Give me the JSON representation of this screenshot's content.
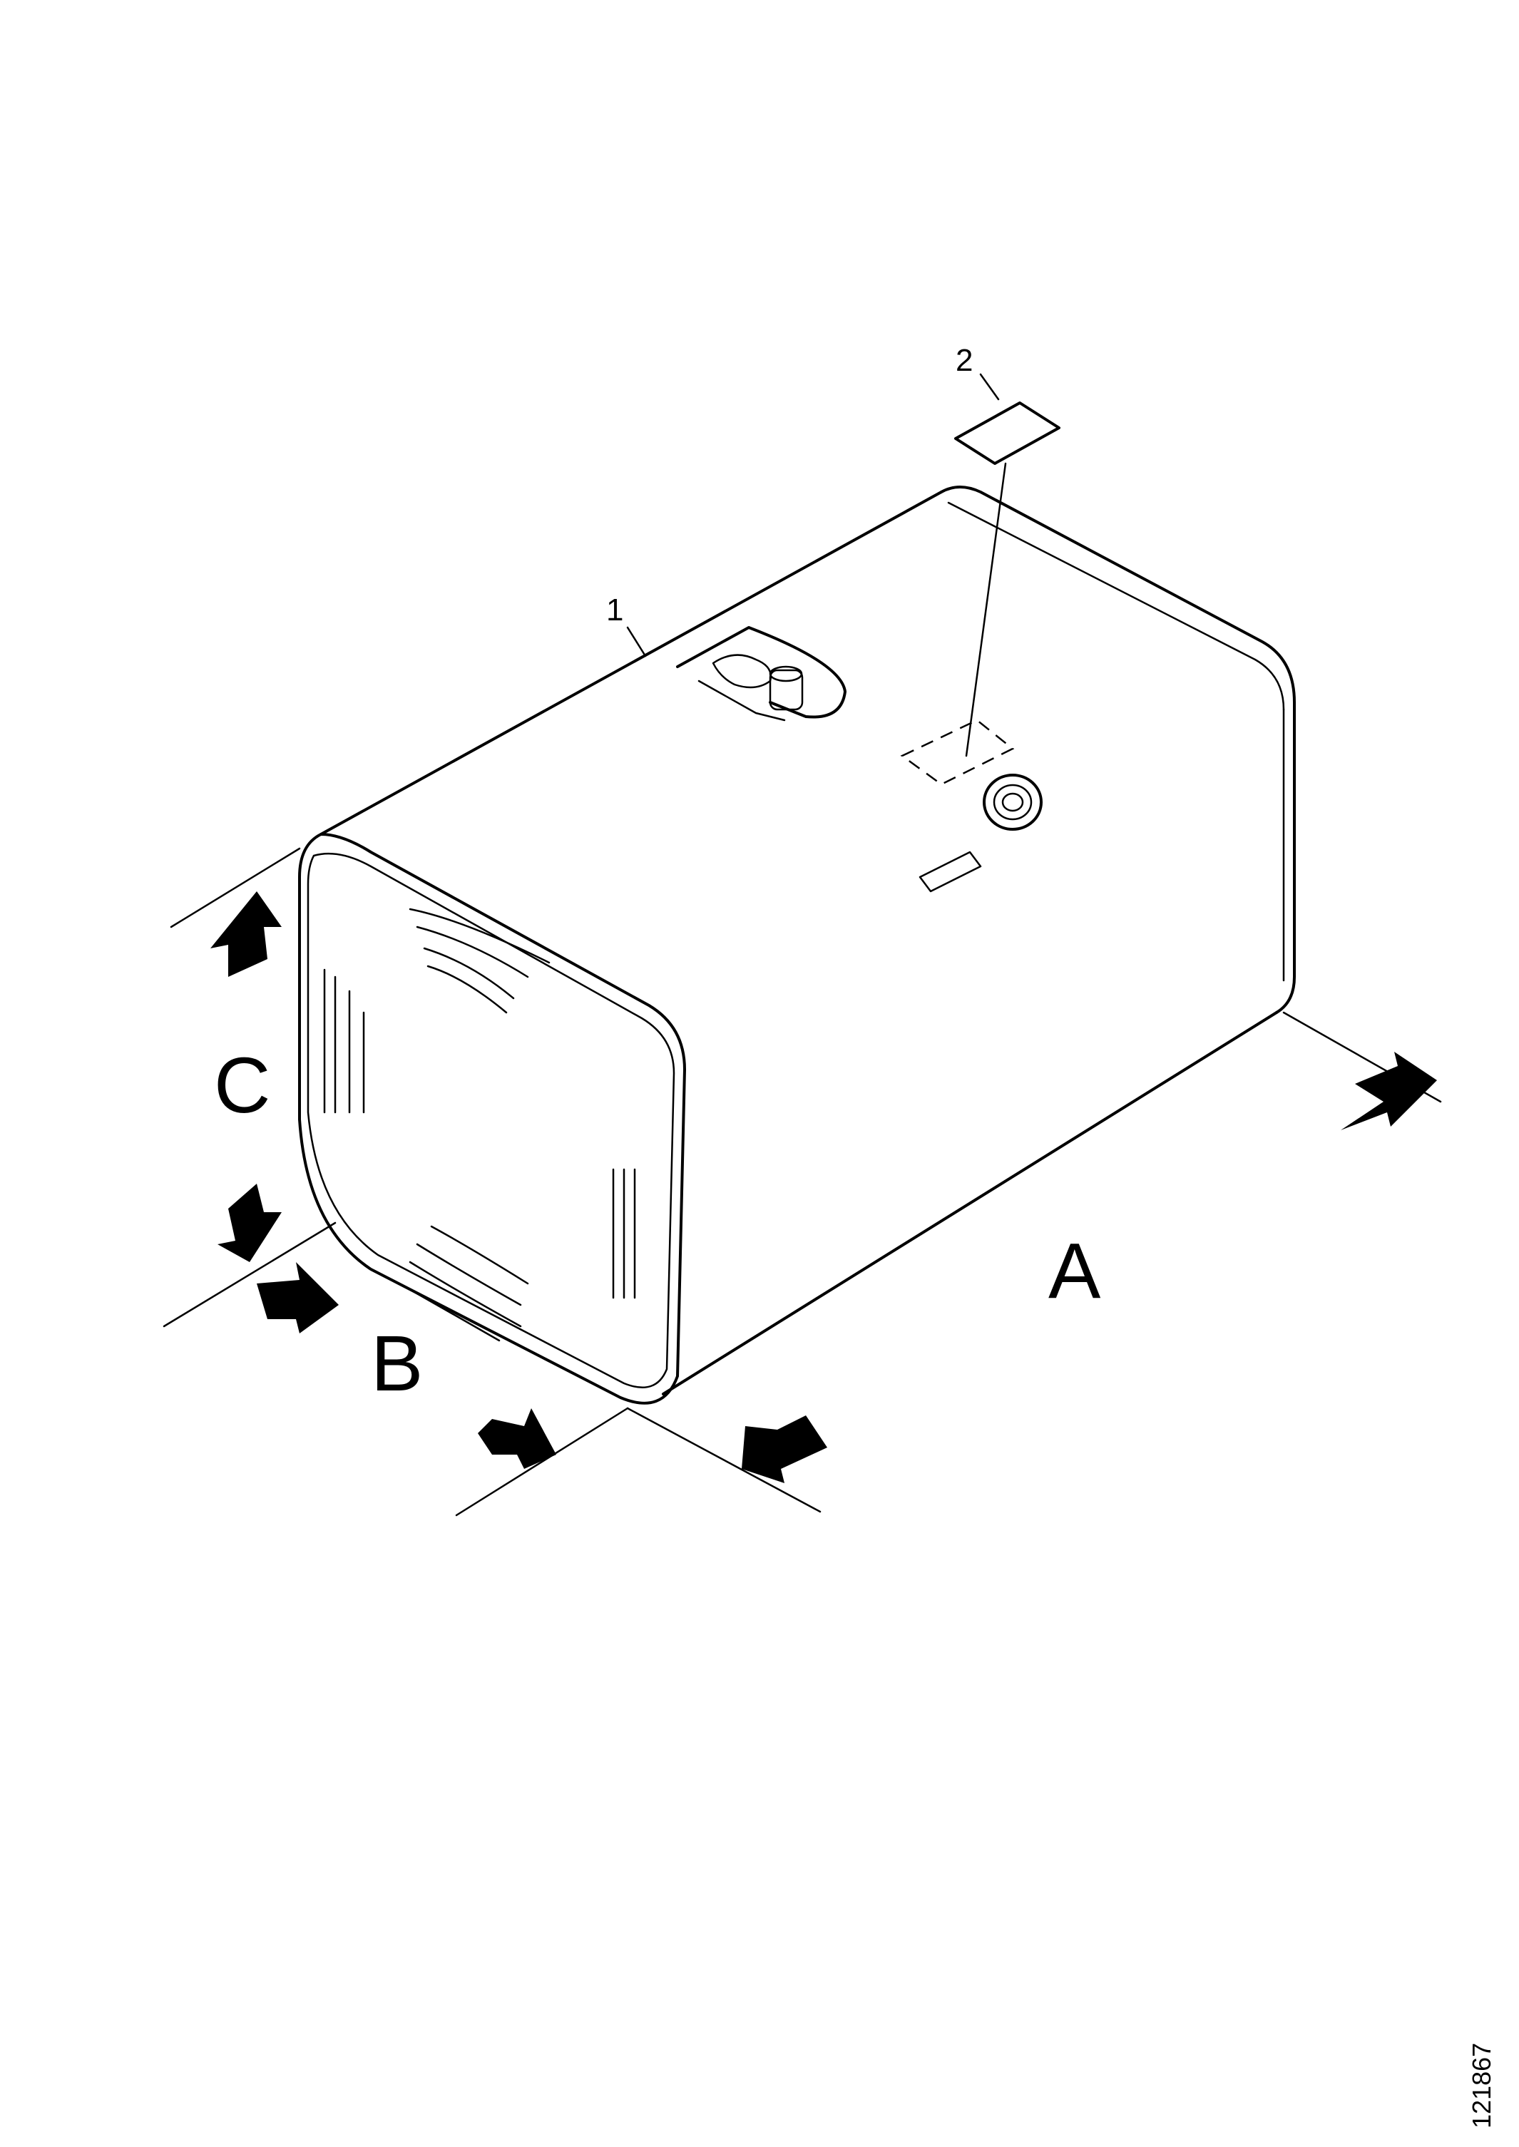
{
  "diagram": {
    "callouts": {
      "tank": "1",
      "label_plate": "2"
    },
    "dimensions": {
      "length": "A",
      "width": "B",
      "height": "C"
    },
    "figure_number": "121867"
  }
}
